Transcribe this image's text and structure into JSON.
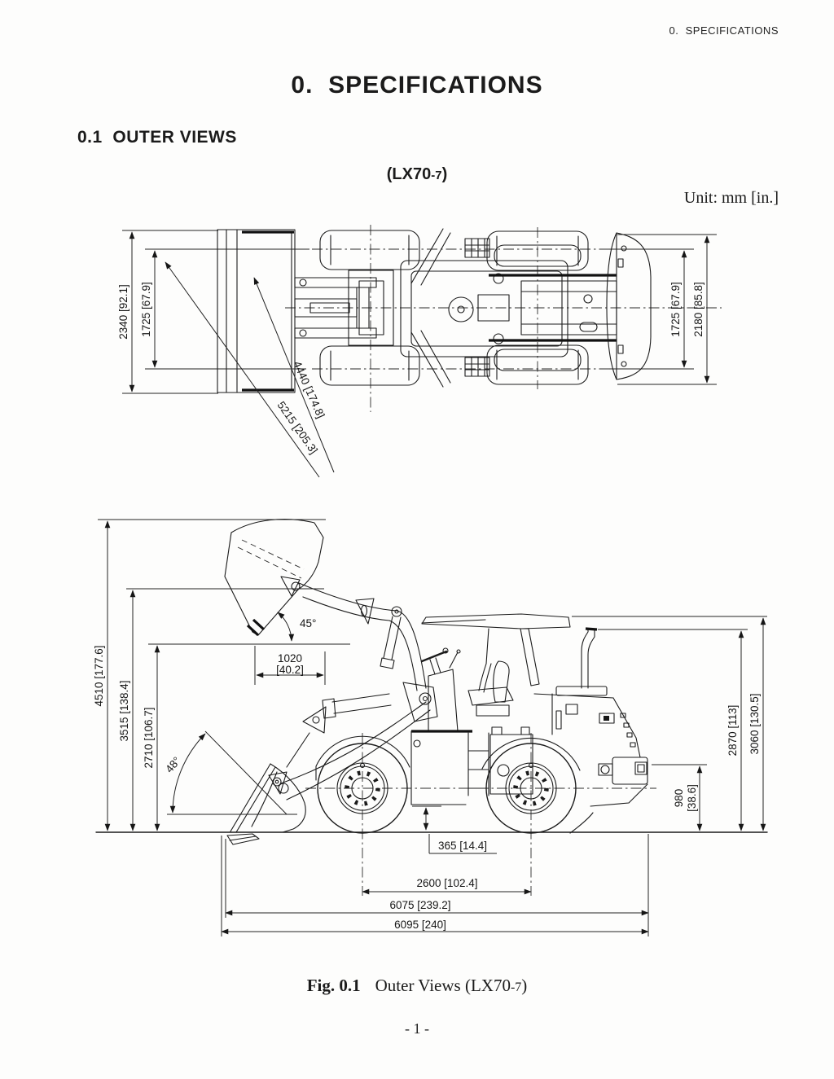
{
  "page": {
    "running_header": "0.  SPECIFICATIONS",
    "title": "0.  SPECIFICATIONS",
    "section_heading": "0.1  OUTER VIEWS",
    "model_label": "(LX70",
    "model_suffix": "-7",
    "model_close": ")",
    "unit_note": "Unit: mm [in.]",
    "figure_caption_label": "Fig. 0.1",
    "figure_caption_text": "Outer Views (LX70",
    "figure_caption_suffix": "-7",
    "figure_caption_close": ")",
    "page_number": "- 1 -"
  },
  "top_view": {
    "description": "Top (plan) view of LX70-7 wheel loader",
    "dimensions": {
      "overall_width_bucket": "2340 [92.1]",
      "tread_front": "1725 [67.9]",
      "tread_rear": "1725 [67.9]",
      "overall_width_rear": "2180 [85.8]",
      "clearance_radius_inner": "4440 [174.8]",
      "clearance_radius_outer": "5215 [205.3]"
    }
  },
  "side_view": {
    "description": "Side view of LX70-7 wheel loader",
    "dimensions": {
      "overall_height_bucket_raised": "4510 [177.6]",
      "hinge_pin_height": "3515 [138.4]",
      "dump_clearance": "2710 [106.7]",
      "dump_angle": "45°",
      "dump_reach_mm": "1020",
      "dump_reach_in": "[40.2]",
      "rollback_angle": "48°",
      "exhaust_height": "2870 [113]",
      "canopy_height": "3060 [130.5]",
      "rear_clearance_mm": "980",
      "rear_clearance_in": "[38.6]",
      "ground_clearance": "365 [14.4]",
      "wheelbase": "2600 [102.4]",
      "length_less_bucket": "6075 [239.2]",
      "overall_length": "6095 [240]"
    }
  }
}
